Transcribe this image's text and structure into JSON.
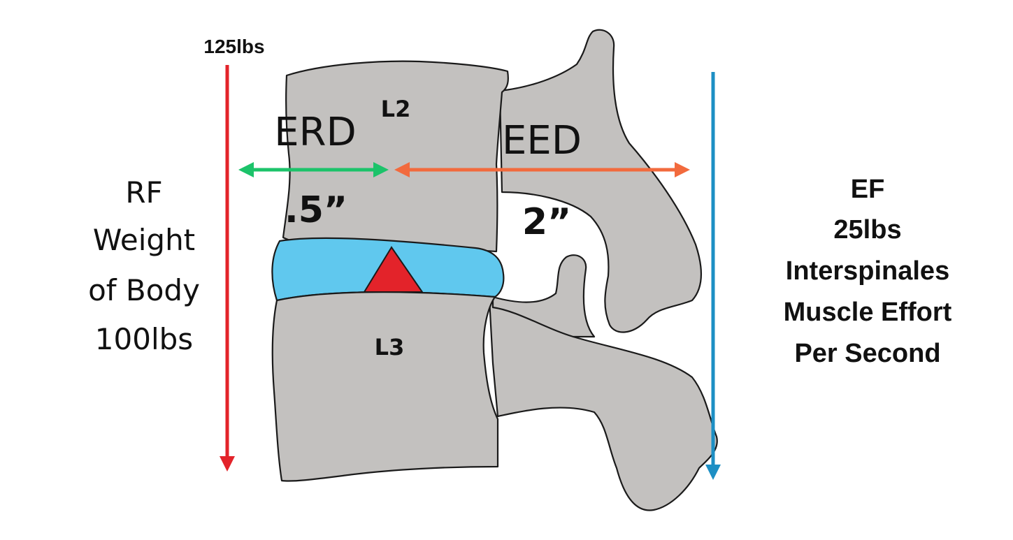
{
  "labels": {
    "top_weight": "125lbs",
    "rf_lines": [
      "RF",
      "Weight",
      "of Body",
      "100lbs"
    ],
    "ef_lines": [
      "EF",
      "25lbs",
      "Interspinales",
      "Muscle Effort",
      "Per Second"
    ],
    "erd": "ERD",
    "eed": "EED",
    "erd_distance": ".5”",
    "eed_distance": "2”",
    "upper_vertebra": "L2",
    "lower_vertebra": "L3"
  },
  "colors": {
    "rf_arrow": "#e3232a",
    "ef_arrow": "#1d8fc4",
    "erd_arrow": "#1cc36a",
    "eed_arrow": "#f26a3d",
    "bone": "#c3c1bf",
    "disc": "#60c8ee",
    "fulcrum": "#e3232a"
  }
}
